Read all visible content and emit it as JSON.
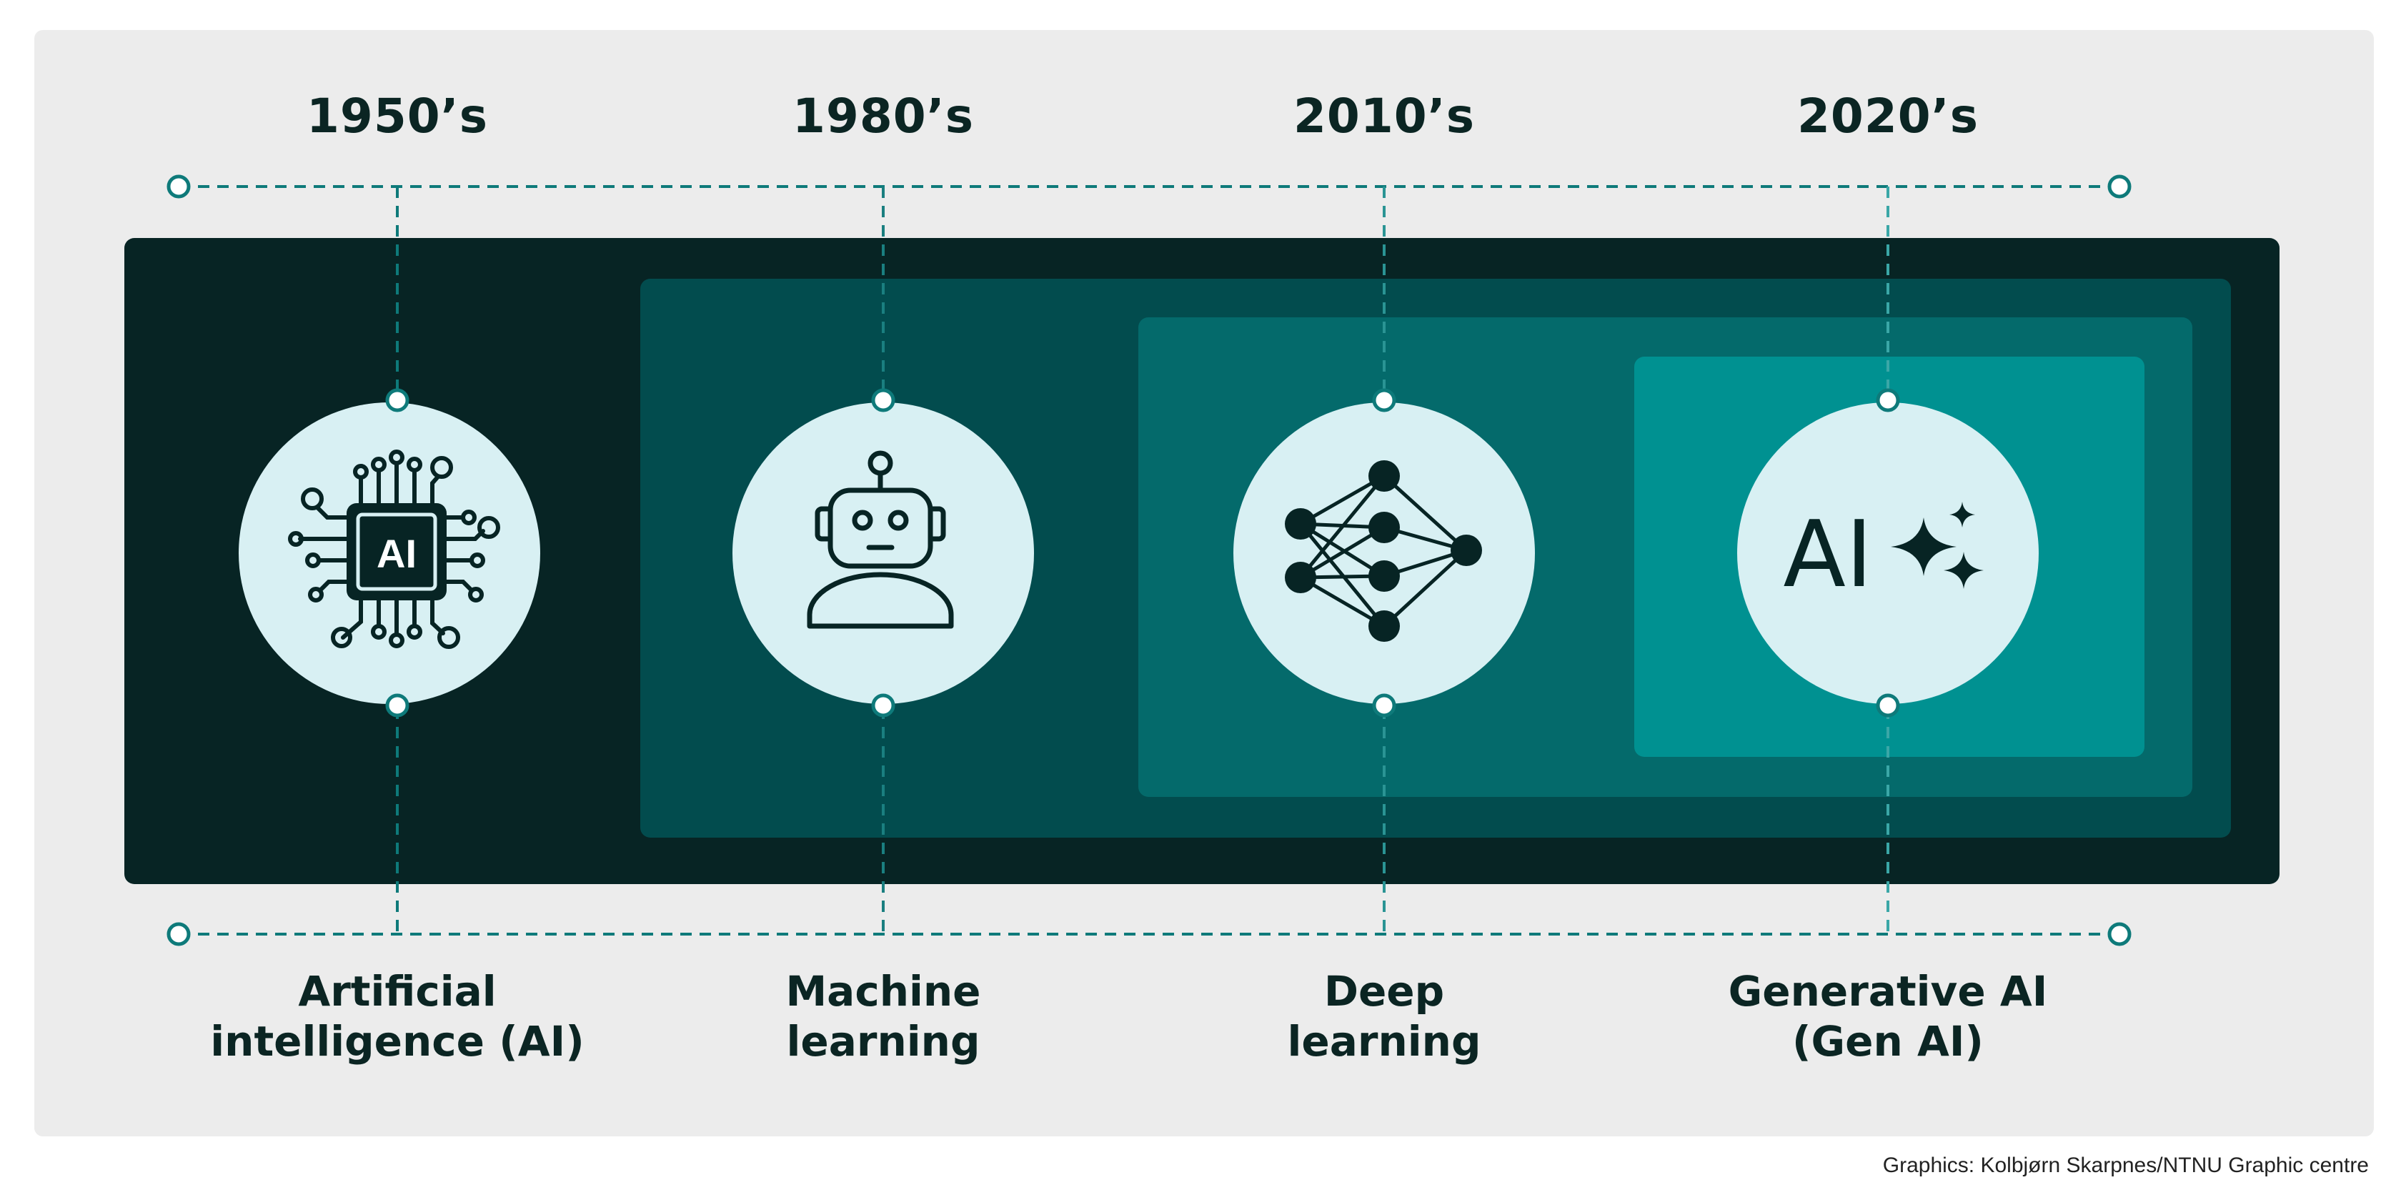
{
  "timeline": {
    "eras": [
      {
        "year": "1950’s",
        "label": "Artificial\nintelligence (AI)",
        "icon": "ai-chip-icon"
      },
      {
        "year": "1980’s",
        "label": "Machine\nlearning",
        "icon": "robot-icon"
      },
      {
        "year": "2010’s",
        "label": "Deep\nlearning",
        "icon": "neural-network-icon"
      },
      {
        "year": "2020’s",
        "label": "Generative AI\n(Gen AI)",
        "icon": "ai-sparkle-icon"
      }
    ]
  },
  "icons": {
    "chip_text": "AI",
    "gen_text": "AI"
  },
  "colors": {
    "panel": "#ececec",
    "ai_box": "#072424",
    "ml_box": "#024c4e",
    "dl_box": "#046a6b",
    "gen_box": "#009191",
    "circle": "#d8f0f3",
    "dashed_line": "#0e7a7a",
    "text": "#0b2523"
  },
  "credit": "Graphics: Kolbjørn Skarpnes/NTNU Graphic centre"
}
